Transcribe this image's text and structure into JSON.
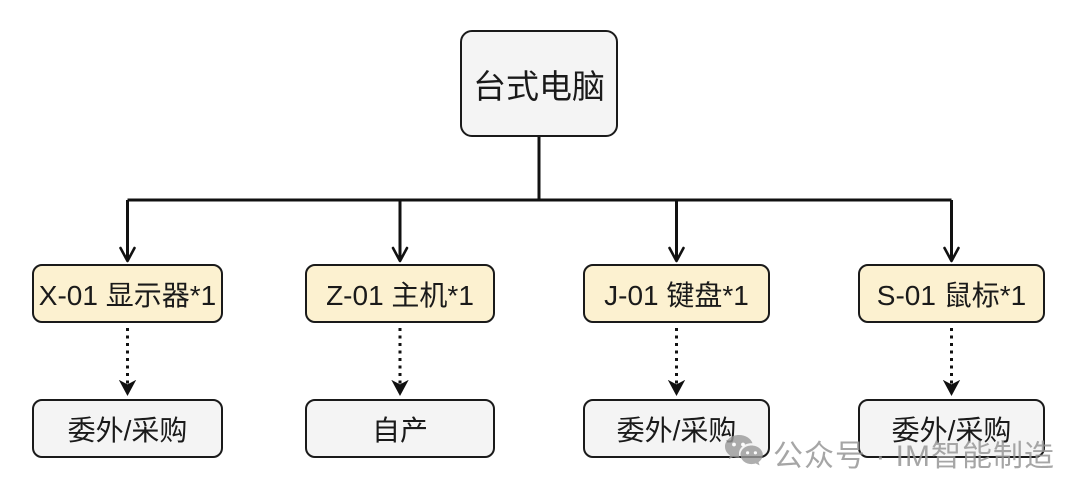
{
  "diagram": {
    "root": {
      "label": "台式电脑"
    },
    "components": [
      {
        "label": "X-01 显示器*1",
        "source": "委外/采购"
      },
      {
        "label": "Z-01 主机*1",
        "source": "自产"
      },
      {
        "label": "J-01 键盘*1",
        "source": "委外/采购"
      },
      {
        "label": "S-01 鼠标*1",
        "source": "委外/采购"
      }
    ]
  },
  "watermark": {
    "icon": "wechat-icon",
    "text": "公众号 · IM智能制造"
  },
  "colors": {
    "background": "#ffffff",
    "root_fill": "#f4f4f4",
    "component_fill": "#fcf1d0",
    "source_fill": "#f4f4f4",
    "node_border": "#1a1a1a",
    "connector": "#111111",
    "watermark_gray": "#969696"
  }
}
